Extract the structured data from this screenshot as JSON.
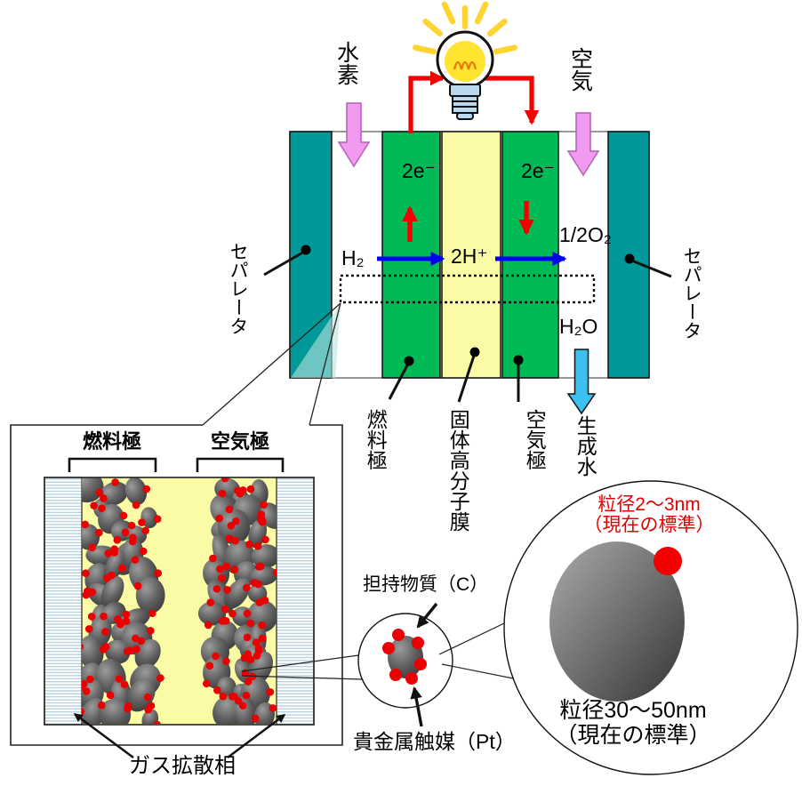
{
  "colors": {
    "separator_teal": "#009898",
    "electrode_green": "#00BA55",
    "membrane_yellow": "#FBFBA6",
    "gas_arrow_pink": "#F09AF0",
    "water_arrow_cyan": "#3CC0F0",
    "wire_red": "#F40000",
    "proton_blue": "#0000F0",
    "catalyst_red": "#EA0000",
    "particle_gray": "#5A5A5A",
    "gdl_stripe_blue": "#A5C8D8"
  },
  "cell": {
    "hydrogen_label": "水素",
    "air_label": "空気",
    "separator_left": "セパレータ",
    "separator_right": "セパレータ",
    "electrons_anode": "2e⁻",
    "electrons_cathode": "2e⁻",
    "h2": "H₂",
    "protons": "2H⁺",
    "half_o2": "1/2O₂",
    "h2o": "H₂O",
    "fuel_electrode": "燃料極",
    "membrane": "固体高分子膜",
    "air_electrode": "空気極",
    "product_water": "生成水"
  },
  "electrode_detail": {
    "fuel_electrode": "燃料極",
    "air_electrode": "空気極",
    "gas_diffusion": "ガス拡散相"
  },
  "particle_detail": {
    "support_material": "担持物質（C）",
    "catalyst": "貴金属触媒（Pt）",
    "pt_size": "粒径2～3nm",
    "pt_size_note": "（現在の標準）",
    "carbon_size": "粒径30～50nm",
    "carbon_size_note": "（現在の標準）"
  }
}
